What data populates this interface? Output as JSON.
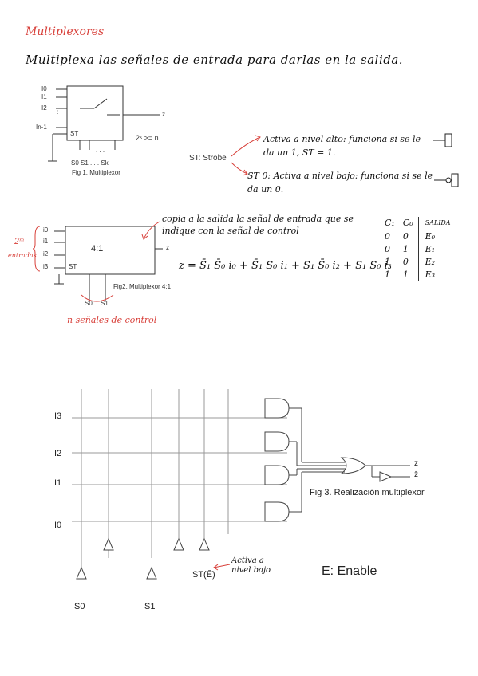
{
  "title": "Multiplexores",
  "lead": "Multiplexa las señales de entrada para darlas en la salida.",
  "fig1": {
    "inputs": [
      "I0",
      "I1",
      "I2",
      ":",
      "In-1"
    ],
    "st": "ST",
    "selects": "S0 S1 . . . Sk",
    "dots": ". . .",
    "output": "z",
    "relation": "2ᵏ >= n",
    "caption": "Fig 1. Multiplexor"
  },
  "strobe": {
    "label": "ST: Strobe",
    "high": "Activa a nivel alto: funciona si se le da un 1, ST = 1.",
    "low": "ST 0: Activa a nivel bajo: funciona si se le da un 0."
  },
  "fig2": {
    "inputs": [
      "i0",
      "i1",
      "i2",
      "i3"
    ],
    "st": "ST",
    "center": "4:1",
    "output": "z",
    "selects": [
      "S0",
      "S1"
    ],
    "caption": "Fig2. Multiplexor 4:1",
    "left_note_top": "2ᵐ",
    "left_note_bottom": "entradas",
    "bottom_note": "n señales de control"
  },
  "copy_note": "copia a la salida la señal de entrada que se indique con la señal de control",
  "equation": "z = S̄₁ S̄₀ i₀ + S̄₁ S₀ i₁ + S₁ S̄₀ i₂ + S₁ S₀ i₃",
  "truth_table": {
    "headers": [
      "C₁",
      "C₀",
      "SALIDA"
    ],
    "rows": [
      [
        "0",
        "0",
        "E₀"
      ],
      [
        "0",
        "1",
        "E₁"
      ],
      [
        "1",
        "0",
        "E₂"
      ],
      [
        "1",
        "1",
        "E₃"
      ]
    ]
  },
  "fig3": {
    "inputs": [
      "I3",
      "I2",
      "I1",
      "I0"
    ],
    "selects": [
      "S0",
      "S1"
    ],
    "st": "ST(Ē)",
    "outputs": [
      "z",
      "z̄"
    ],
    "caption": "Fig 3. Realización multiplexor",
    "active_note": "Activa a nivel bajo",
    "enable": "E: Enable"
  }
}
